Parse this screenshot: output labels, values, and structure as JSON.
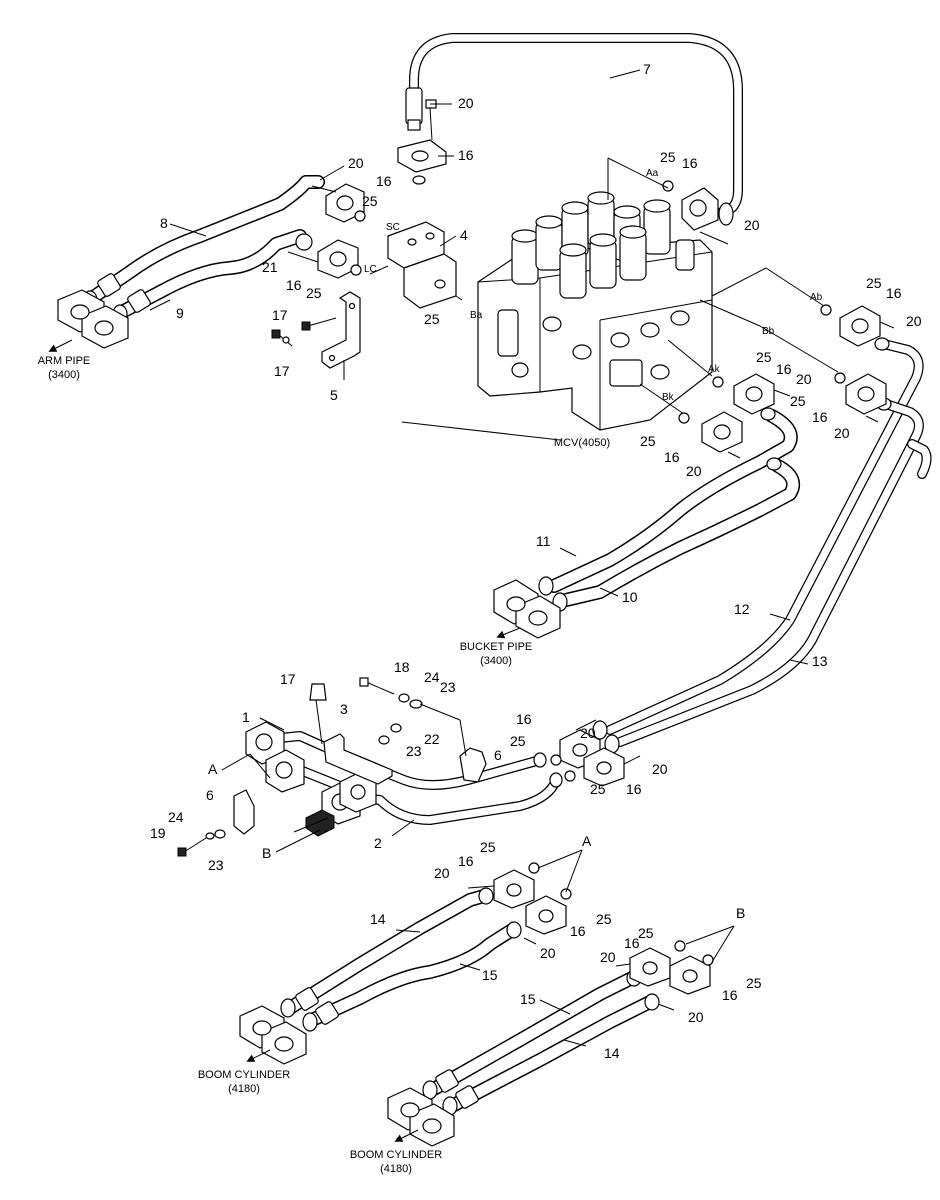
{
  "callouts": {
    "c7": "7",
    "c20a": "20",
    "c16a": "16",
    "c25a": "25",
    "c16b": "16",
    "c20b": "20",
    "c20c": "20",
    "c16c": "16",
    "c25b": "25",
    "c8": "8",
    "c4": "4",
    "c21": "21",
    "c16d": "16",
    "c25c": "25",
    "c9": "9",
    "c25d": "25",
    "c17a": "17",
    "c17b": "17",
    "c5": "5",
    "c25e": "25",
    "c16e": "16",
    "c20d": "20",
    "c25f": "25",
    "c16f": "16",
    "c20e": "20",
    "c25g": "25",
    "c16g": "16",
    "c20f": "20",
    "c25h": "25",
    "c16h": "16",
    "c20g": "20",
    "c11": "11",
    "c10": "10",
    "c12": "12",
    "c13": "13",
    "c17c": "17",
    "c18": "18",
    "c24a": "24",
    "c23a": "23",
    "c3": "3",
    "c1": "1",
    "c22": "22",
    "c23b": "23",
    "c6a": "6",
    "cA1": "A",
    "c6b": "6",
    "c24b": "24",
    "c19": "19",
    "c23c": "23",
    "cB1": "B",
    "c2": "2",
    "c20h": "20",
    "c16i": "16",
    "c25i": "25",
    "c20i": "20",
    "c25j": "25",
    "c16j": "16",
    "c25k": "25",
    "cA2": "A",
    "c16k": "16",
    "c20j": "20",
    "c14a": "14",
    "c25l": "25",
    "c16l": "16",
    "c20k": "20",
    "c15a": "15",
    "c25m": "25",
    "cB2": "B",
    "c16m": "16",
    "c20l": "20",
    "c15b": "15",
    "c25n": "25",
    "c16n": "16",
    "c20m": "20",
    "c14b": "14"
  },
  "ports": {
    "aa": "Aa",
    "sc": "SC",
    "lc": "LC",
    "ba": "Ba",
    "ab": "Ab",
    "bb": "Bb",
    "ak": "Ak",
    "bk": "Bk"
  },
  "captions": {
    "arm_pipe_1": "ARM PIPE",
    "arm_pipe_2": "(3400)",
    "mcv": "MCV(4050)",
    "bucket_pipe_1": "BUCKET PIPE",
    "bucket_pipe_2": "(3400)",
    "boom_cyl_a_1": "BOOM CYLINDER",
    "boom_cyl_a_2": "(4180)",
    "boom_cyl_b_1": "BOOM CYLINDER",
    "boom_cyl_b_2": "(4180)"
  }
}
